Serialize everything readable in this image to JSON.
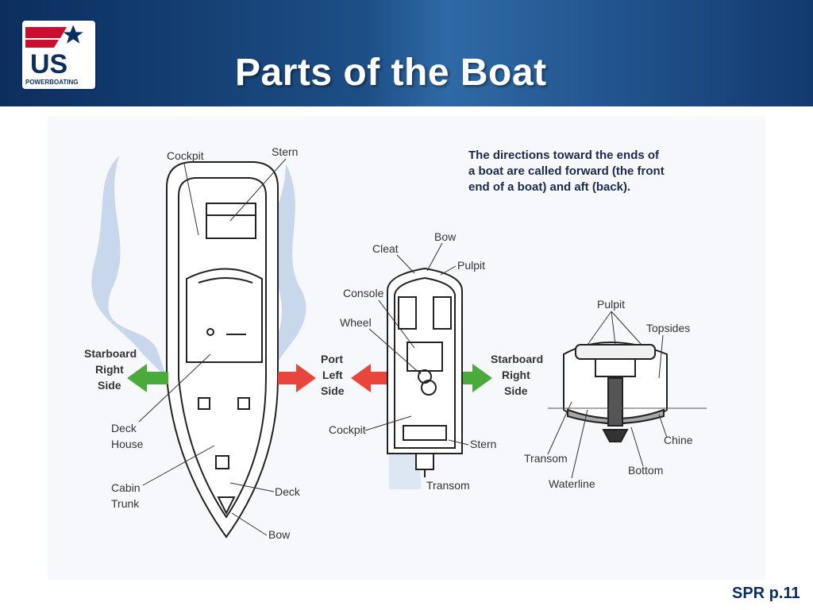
{
  "header": {
    "title": "Parts of the Boat",
    "logo_text": "US",
    "logo_subtext": "POWERBOATING"
  },
  "diagram": {
    "note_lines": [
      "The directions toward the ends of",
      "a boat are called forward (the front",
      "end of a boat) and aft (back)."
    ],
    "large_boat_labels": {
      "cockpit": "Cockpit",
      "stern": "Stern",
      "deck_house_1": "Deck",
      "deck_house_2": "House",
      "cabin_trunk_1": "Cabin",
      "cabin_trunk_2": "Trunk",
      "deck": "Deck",
      "bow": "Bow"
    },
    "side_labels": {
      "starboard_left": [
        "Starboard",
        "Right",
        "Side"
      ],
      "port": [
        "Port",
        "Left",
        "Side"
      ],
      "starboard_right": [
        "Starboard",
        "Right",
        "Side"
      ]
    },
    "small_boat_labels": {
      "bow": "Bow",
      "cleat": "Cleat",
      "pulpit": "Pulpit",
      "console": "Console",
      "wheel": "Wheel",
      "cockpit": "Cockpit",
      "stern": "Stern",
      "transom": "Transom"
    },
    "stern_view_labels": {
      "pulpit": "Pulpit",
      "topsides": "Topsides",
      "chine": "Chine",
      "transom": "Transom",
      "waterline": "Waterline",
      "bottom": "Bottom"
    },
    "colors": {
      "starboard_arrow": "#4aaa3c",
      "port_arrow": "#e8463c",
      "water": "#c9d7ec"
    }
  },
  "footer": {
    "reference": "SPR p.11"
  }
}
